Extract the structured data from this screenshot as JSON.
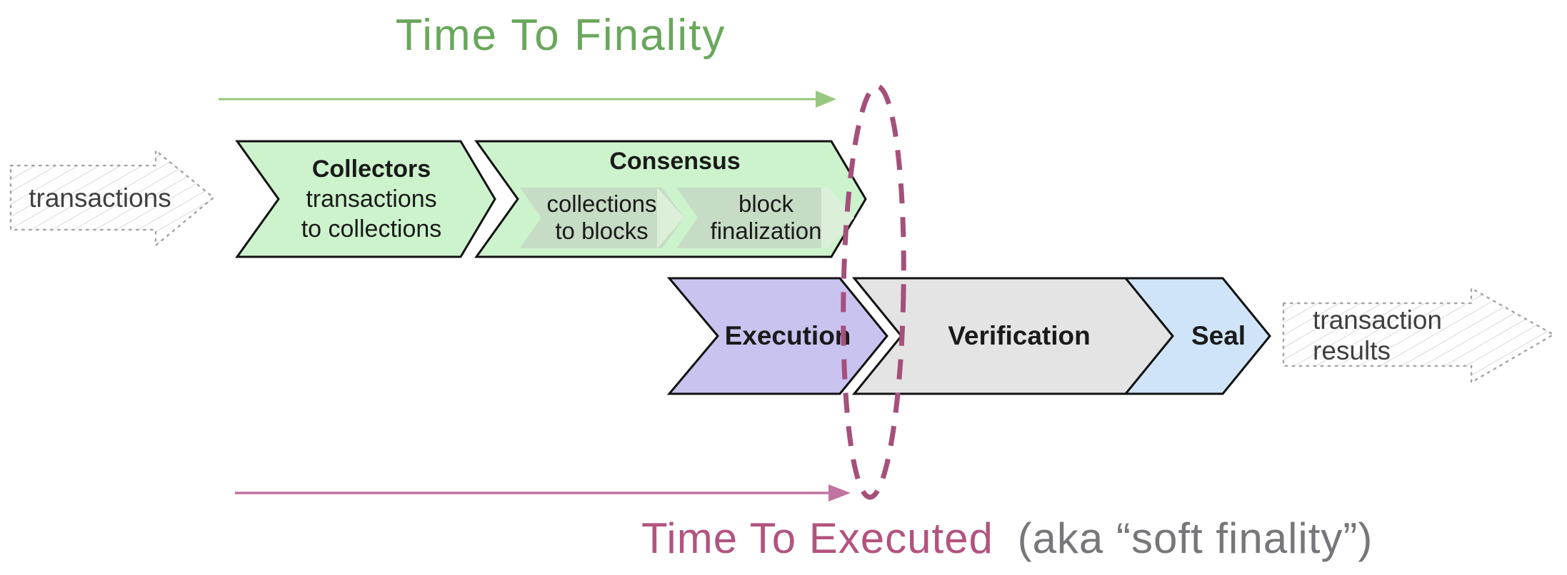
{
  "titles": {
    "finality": "Time To Finality",
    "executed": "Time To Executed",
    "executed_suffix": "(aka “soft finality”)"
  },
  "io": {
    "transactions_label": "transactions",
    "results_line1": "transaction",
    "results_line2": "results"
  },
  "pipeline": {
    "collectors": {
      "title": "Collectors",
      "line1": "transactions",
      "line2": "to collections"
    },
    "consensus": {
      "title": "Consensus",
      "sub1": {
        "line1": "collections",
        "line2": "to blocks"
      },
      "sub2": {
        "line1": "block",
        "line2": "finalization"
      }
    },
    "execution": {
      "title": "Execution"
    },
    "verification": {
      "title": "Verification"
    },
    "seal": {
      "title": "Seal"
    }
  },
  "colors": {
    "green_fill": "#cdf3cc",
    "sub_fill": "#c6dcc4",
    "sub_tip_fill": "#dcefd9",
    "purple_fill": "#c9c3ef",
    "gray_fill": "#e4e4e4",
    "blue_fill": "#cfe4f8",
    "chevron_stroke": "#111111",
    "green_title": "#6aa75c",
    "green_arrow": "#97c87f",
    "pink_arrow": "#c3739f",
    "ellipse_stroke": "#a4507a",
    "pink_title": "#b3537f",
    "gray_title": "#76767b",
    "hatch_line": "#d9d9d9",
    "sketch_border": "#a6a6a6"
  }
}
